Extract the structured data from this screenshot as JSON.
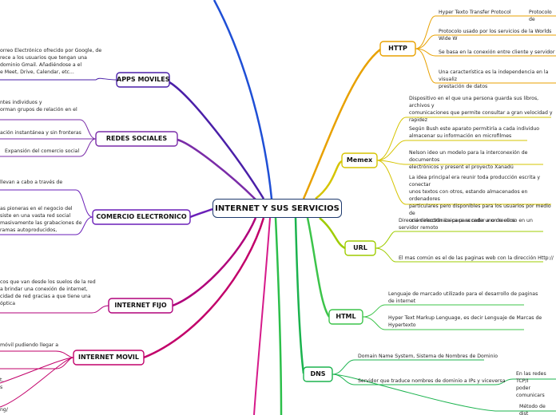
{
  "center": {
    "label": "INTERNET Y SUS SERVICIOS"
  },
  "colors": {
    "center_border": "#1e3a6e",
    "apps": "#4a1fa8",
    "redes": "#7a2ca8",
    "comercio": "#6a1fb8",
    "fijo": "#b0007a",
    "movil": "#c2006a",
    "http": "#e8a100",
    "memex": "#d6c400",
    "url": "#9fcc00",
    "html": "#3cc44a",
    "dns": "#1bb34e",
    "top": "#1f4fd6"
  },
  "left_branches": [
    {
      "id": "apps",
      "label": "APPS MOVILES",
      "notes": [
        "orreo Electrónico ofrecido por Google, de",
        "rece a los usuarios que tengan una",
        "dominio Gmail.  Añadiéndose a el",
        "e Meet, Drive, Calendar, etc..."
      ]
    },
    {
      "id": "redes",
      "label": "REDES SOCIALES",
      "notes": [
        "ntes individuos y",
        "orman grupos de relación en el",
        "ación instantánea y sin fronteras",
        "Expansión del comercio social"
      ]
    },
    {
      "id": "comercio",
      "label": "COMERCIO ELECTRONICO",
      "notes": [
        "llevan a cabo a través de",
        "as pioneras en el negocio del",
        "siste en una vasta red social",
        "masivamente las grabaciones de",
        "ramas autoproducidos,"
      ]
    },
    {
      "id": "fijo",
      "label": "INTERNET FIJO",
      "notes": [
        "cos que van desde los suelos de la red",
        "a brindar una conexión de internet,",
        "cidad de red gracias a que tiene una",
        "óptica"
      ]
    },
    {
      "id": "movil",
      "label": "INTERNET MOVIL",
      "notes": [
        "móvil pudiendo llegar a",
        "t.",
        "s",
        "ng/"
      ]
    }
  ],
  "right_branches": [
    {
      "id": "http",
      "label": "HTTP",
      "notes": [
        "Hyper Texto Transfer Protocol",
        "Protocolo de",
        "Protocolo usado por los servicios de la Worlds Wide W",
        "Se basa en la conexión entre cliente y servidor",
        "Una característica es la independencia en la visualiz",
        "prestación de datos"
      ]
    },
    {
      "id": "memex",
      "label": "Memex",
      "notes": [
        "Dispositivo en el que una persona guarda sus libros, archivos y",
        "comunicaciones que permite consultar a gran velocidad y",
        "rapidez",
        "Según Bush este aparato permitiría a cada individuo",
        "almacenar su información en microfilmes",
        "Nelson ideo un modelo para la interconexión de documentos",
        "electrónicos y present el proyecto Xanadú",
        "La idea principal era reunir toda producción escrita y conectar",
        "unos textos con otros, estando almacenados en ordenadores",
        "particulares pero disponibles para los usuarios por medio de",
        "una dirección única para cada uno de ellos"
      ]
    },
    {
      "id": "url",
      "label": "URL",
      "notes": [
        "Dirección electrónica para acceder a un recurso en un",
        "servidor remoto",
        "El mas común es el de las paginas web con la dirección Http://"
      ]
    },
    {
      "id": "html",
      "label": "HTML",
      "notes": [
        "Lenguaje de marcado utilizado para el desarrollo de paginas",
        "de internet",
        "Hyper Text Markup Lenguage, es decir Lenguaje de Marcas de",
        "Hypertexto"
      ]
    },
    {
      "id": "dns",
      "label": "DNS",
      "notes": [
        "Domain Name System, Sistema de Nombres de Dominio",
        "Servidor que traduce nombres de dominio a IPs y viceversa",
        "En las redes TCP/I",
        "poder comunicars",
        "Método de dist"
      ]
    }
  ]
}
